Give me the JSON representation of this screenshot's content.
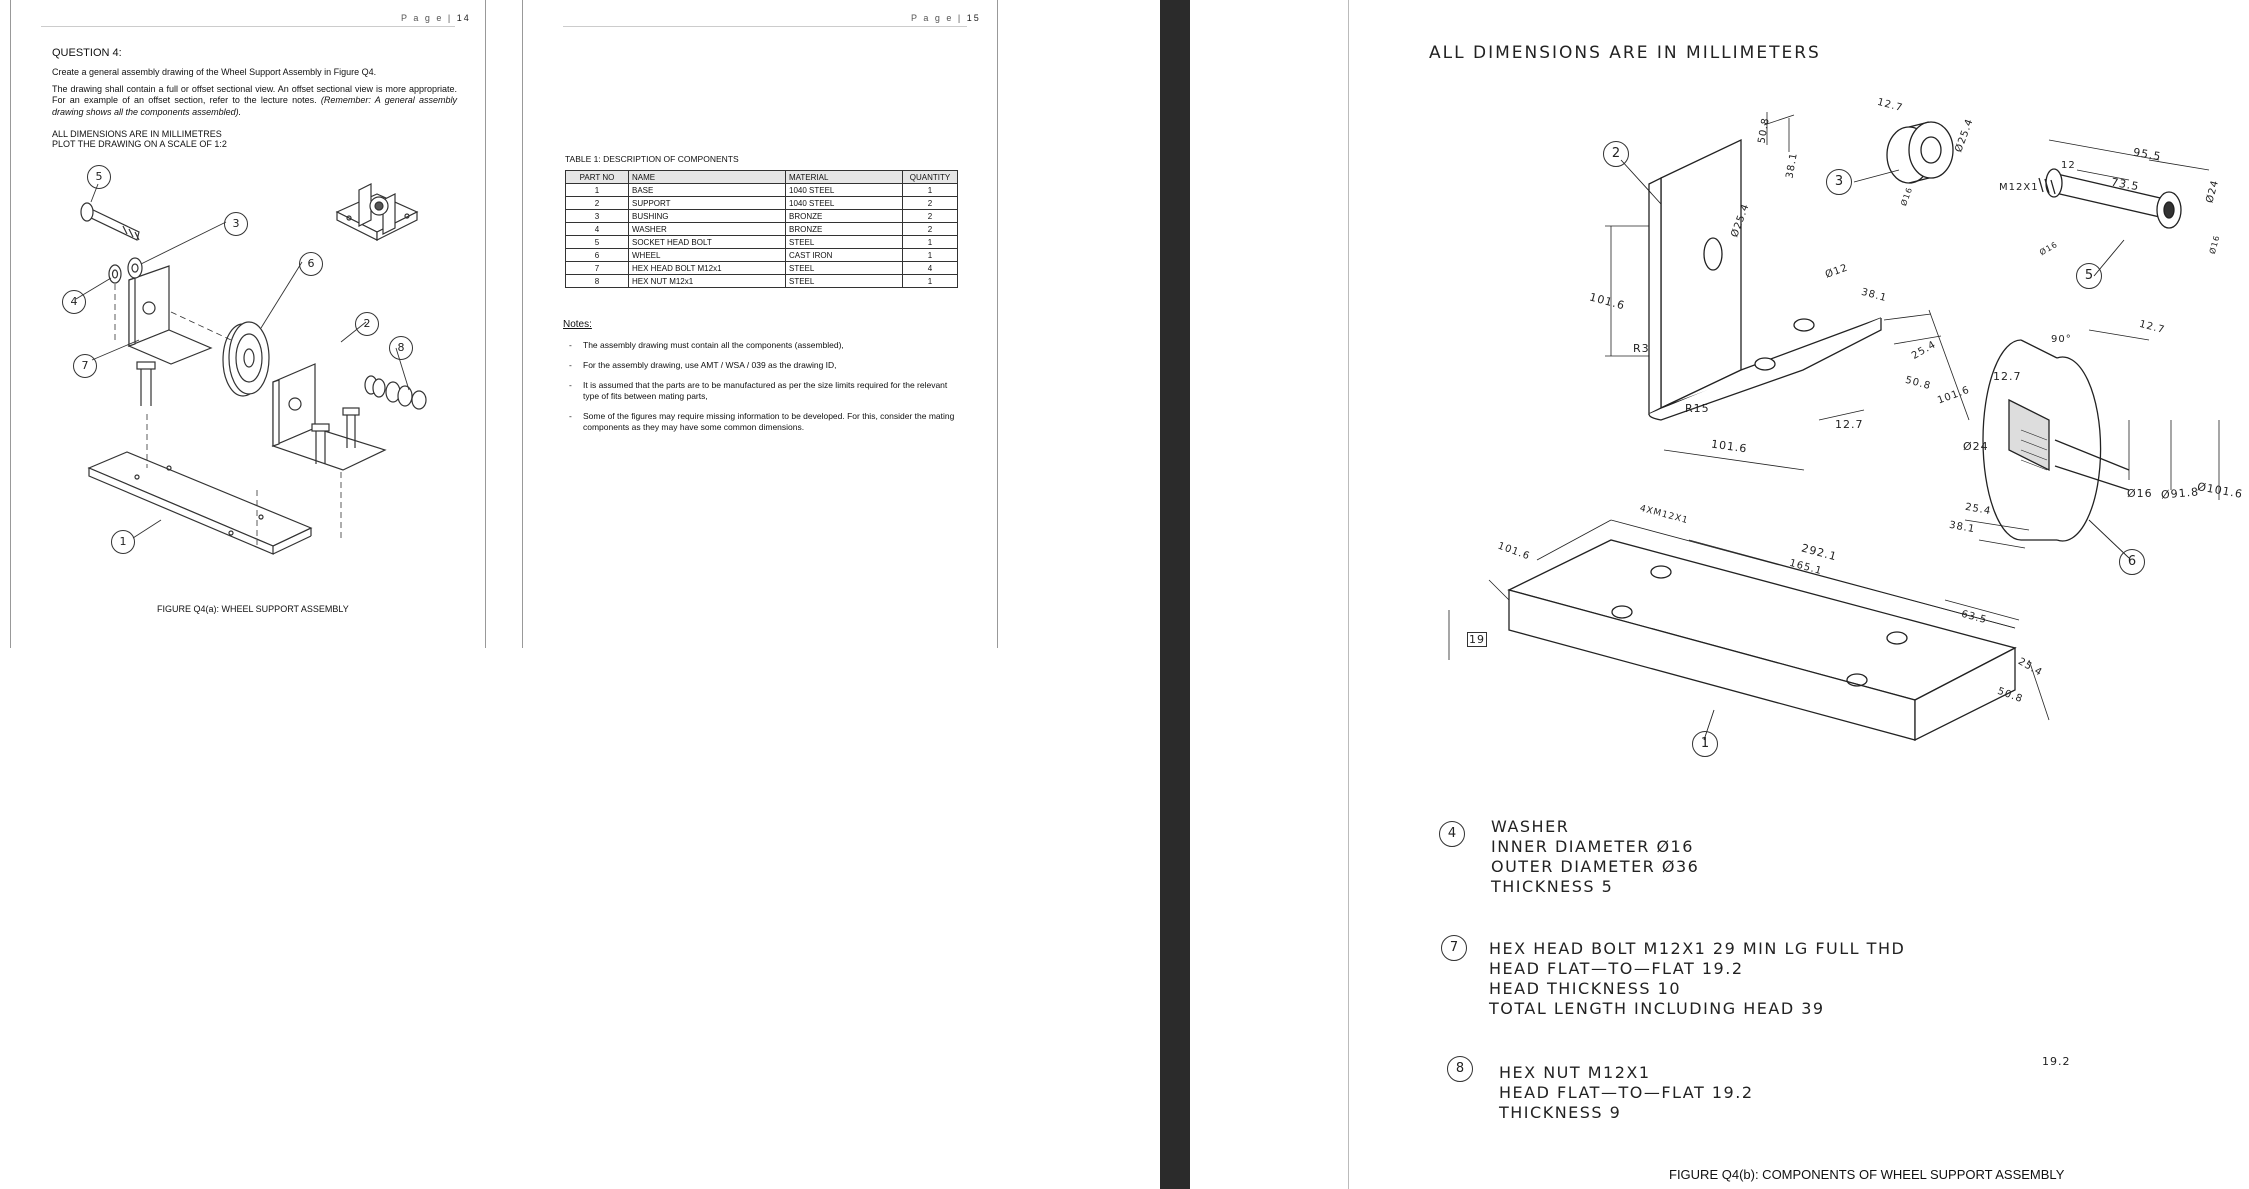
{
  "page14": {
    "page_label": "P a g e  |",
    "page_number": "14",
    "question_title": "QUESTION 4:",
    "para1": "Create a general assembly drawing of the Wheel Support Assembly in Figure Q4.",
    "para2": "The drawing shall contain a full or offset sectional view. An offset sectional view is more appropriate. For an example of an offset section, refer to the lecture notes.",
    "para2_italic": "(Remember: A general assembly drawing shows all the components assembled).",
    "units_line": "ALL DIMENSIONS ARE IN MILLIMETRES",
    "scale_line": "PLOT THE DRAWING ON A SCALE OF 1:2",
    "callouts": [
      "5",
      "3",
      "6",
      "4",
      "7",
      "2",
      "8",
      "1"
    ],
    "figure_caption": "FIGURE Q4(a): WHEEL SUPPORT ASSEMBLY"
  },
  "page15": {
    "page_label": "P a g e  |",
    "page_number": "15",
    "table_caption": "TABLE 1: DESCRIPTION OF COMPONENTS",
    "table_headers": [
      "PART NO",
      "NAME",
      "MATERIAL",
      "QUANTITY"
    ],
    "table_rows": [
      [
        "1",
        "BASE",
        "1040 STEEL",
        "1"
      ],
      [
        "2",
        "SUPPORT",
        "1040 STEEL",
        "2"
      ],
      [
        "3",
        "BUSHING",
        "BRONZE",
        "2"
      ],
      [
        "4",
        "WASHER",
        "BRONZE",
        "2"
      ],
      [
        "5",
        "SOCKET HEAD BOLT",
        "STEEL",
        "1"
      ],
      [
        "6",
        "WHEEL",
        "CAST IRON",
        "1"
      ],
      [
        "7",
        "HEX HEAD BOLT M12x1",
        "STEEL",
        "4"
      ],
      [
        "8",
        "HEX NUT M12x1",
        "STEEL",
        "1"
      ]
    ],
    "notes_title": "Notes:",
    "notes": [
      "The assembly drawing must contain all the components (assembled),",
      "For the assembly drawing, use AMT / WSA / 039 as the drawing ID,",
      "It is assumed that the parts are to be manufactured as per the size limits required for the relevant type of fits between mating parts,",
      "Some of the figures may require missing information to be developed. For this, consider the mating components as they may have some common dimensions."
    ]
  },
  "drawing": {
    "header": "ALL DIMENSIONS ARE IN MILLIMETERS",
    "support_dims": [
      "2",
      "50.8",
      "38.1",
      "Ø25.4",
      "101.6",
      "R3",
      "Ø12",
      "38.1",
      "25.4",
      "50.8",
      "101.6",
      "R15",
      "12.7",
      "101.6"
    ],
    "bushing_dims": [
      "3",
      "12.7",
      "Ø25.4",
      "Ø16"
    ],
    "bolt_dims": [
      "95.5",
      "12",
      "73.5",
      "M12X1",
      "Ø24",
      "Ø16",
      "Ø16",
      "5"
    ],
    "wheel_dims": [
      "90°",
      "12.7",
      "12.7",
      "Ø24",
      "25.4",
      "38.1",
      "Ø16",
      "Ø91.8",
      "Ø101.6",
      "6"
    ],
    "base_dims": [
      "4XM12X1",
      "101.6",
      "292.1",
      "165.1",
      "63.5",
      "19",
      "25.4",
      "50.8",
      "1"
    ],
    "washer": {
      "bubble": "4",
      "lines": [
        "WASHER",
        "INNER DIAMETER  Ø16",
        "OUTER DIAMETER  Ø36",
        "THICKNESS 5"
      ]
    },
    "hexbolt": {
      "bubble": "7",
      "lines": [
        "HEX HEAD BOLT M12X1   29 MIN LG FULL THD",
        "HEAD FLAT—TO—FLAT 19.2",
        "HEAD THICKNESS 10",
        "TOTAL LENGTH INCLUDING HEAD 39"
      ]
    },
    "hexnut": {
      "bubble": "8",
      "lines": [
        "HEX NUT M12X1",
        "HEAD FLAT—TO—FLAT 19.2",
        "THICKNESS 9"
      ]
    },
    "hex_dim": "19.2",
    "figure_caption": "FIGURE Q4(b): COMPONENTS OF WHEEL SUPPORT ASSEMBLY"
  }
}
